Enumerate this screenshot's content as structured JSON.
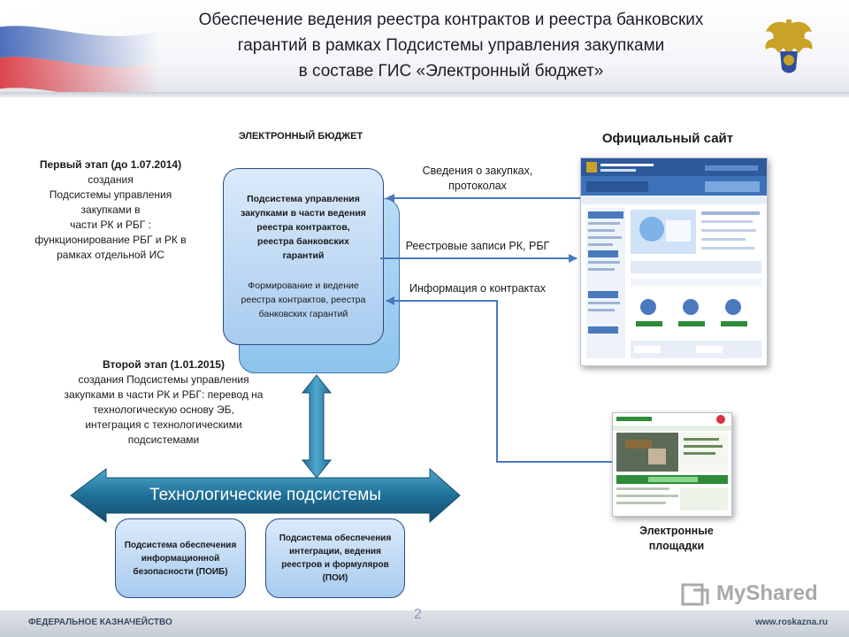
{
  "title": {
    "line1": "Обеспечение ведения реестра контрактов и реестра банковских",
    "line2": "гарантий в рамках Подсистемы управления закупками",
    "line3": "в составе ГИС «Электронный бюджет»"
  },
  "eb_label": "ЭЛЕКТРОННЫЙ БЮДЖЕТ",
  "official_site_label": "Официальный сайт",
  "stage1": {
    "heading": "Первый этап (до 1.07.2014)",
    "lines": [
      "создания",
      "Подсистемы управления",
      "закупками в",
      "части РК и РБГ :",
      "функционирование РБГ и РК в",
      "рамках отдельной ИС"
    ]
  },
  "stage2": {
    "heading": "Второй этап (1.01.2015)",
    "lines": [
      "создания Подсистемы управления",
      "закупками в части РК и РБГ: перевод на",
      "технологическую основу ЭБ,",
      "интеграция с технологическими",
      "подсистемами"
    ]
  },
  "main_box": {
    "lines1": [
      "Подсистема управления",
      "закупками  в части ведения",
      "реестра контрактов,",
      "реестра банковских",
      "гарантий"
    ],
    "lines2": [
      "Формирование и ведение",
      "реестра контрактов, реестра",
      "банковских гарантий"
    ]
  },
  "arrows": {
    "a1_line1": "Сведения о закупках,",
    "a1_line2": "протоколах",
    "a2": "Реестровые записи РК, РБГ",
    "a3": "Информация о контрактах"
  },
  "tech_band": "Технологические подсистемы",
  "subsystems": {
    "s1": [
      "Подсистема обеспечения",
      "информационной",
      "безопасности (ПОИБ)"
    ],
    "s2": [
      "Подсистема обеспечения",
      "интеграции, ведения",
      "реестров и формуляров",
      "(ПОИ)"
    ]
  },
  "platforms_label_line1": "Электронные",
  "platforms_label_line2": "площадки",
  "footer": {
    "left": "ФЕДЕРАЛЬНОЕ КАЗНАЧЕЙСТВО",
    "page": "2",
    "right": "www.roskazna.ru"
  },
  "watermark": "MyShared",
  "colors": {
    "arrow_blue": "#4a79bd",
    "band_blue": "#1f6f96",
    "box_blue": "#a8cbef"
  }
}
